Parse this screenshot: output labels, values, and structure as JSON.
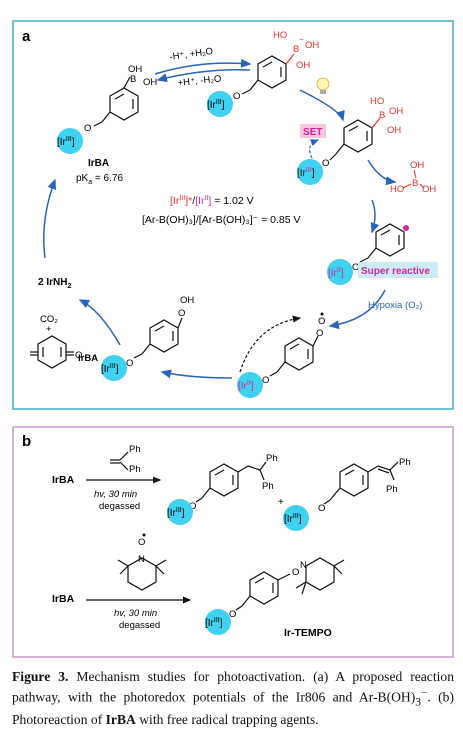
{
  "panel_a": {
    "label": "a",
    "ir3": "[Ir",
    "ir3_sup": "III",
    "ir2_sup": "II",
    "boronic_oh1": "OH",
    "boronic_b": "B",
    "boronic_oh2": "OH",
    "irba_name": "IrBA",
    "irba_pka": "pK",
    "irba_pka_sub": "a",
    "irba_pka_val": " = 6.76",
    "eq_top": "-H⁺, +H₂O",
    "eq_bottom": "+H⁺, -H₂O",
    "ho": "HO",
    "oh": "OH",
    "b": "B",
    "set": "SET",
    "potential1_tail": " = 1.02 V",
    "potential2": "[Ar-B(OH)₃]/[Ar-B(OH)₃]⁻ = 0.85 V",
    "super_reactive": "Super reactive",
    "hypoxia": "Hypoxia (O₂)",
    "peroxy_o": "O",
    "co2": "CO₂",
    "plus": "+",
    "irnh2": "2 IrNH₂",
    "irba_mid": "IrBA",
    "hydroperoxide_o": "O",
    "hydroperoxide_oh": "OH"
  },
  "panel_b": {
    "label": "b",
    "irba1": "IrBA",
    "ph": "Ph",
    "cond1_line1": "hv, 30 min",
    "cond1_line2": "degassed",
    "plus": "+",
    "irba2": "IrBA",
    "cond2_line1": "hv, 30 min",
    "cond2_line2": "degassed",
    "tempo_n": "N",
    "tempo_o": "O",
    "o": "O",
    "product_name": "Ir-TEMPO"
  },
  "caption": {
    "figure_label": "Figure 3.",
    "text1": " Mechanism studies for photoactivation. (a) A proposed reaction pathway, with the photoredox potentials of the Ir806 and Ar-B(OH)",
    "text1_sub": "3",
    "text1_sup": "−",
    "text2": ". (b) Photoreaction of ",
    "bold_irba": "IrBA",
    "text3": " with free radical trapping agents."
  },
  "colors": {
    "panel_a_border": "#3aa3c9",
    "panel_b_border": "#c28fc0",
    "ir_circle": "#3ed2f0",
    "ir_text": "#1a1a1a",
    "red": "#e8322c",
    "magenta": "#d0259c",
    "arrow_blue": "#2a64b8",
    "set_box": "#f4c8dc",
    "super_box": "#cdebf5"
  }
}
